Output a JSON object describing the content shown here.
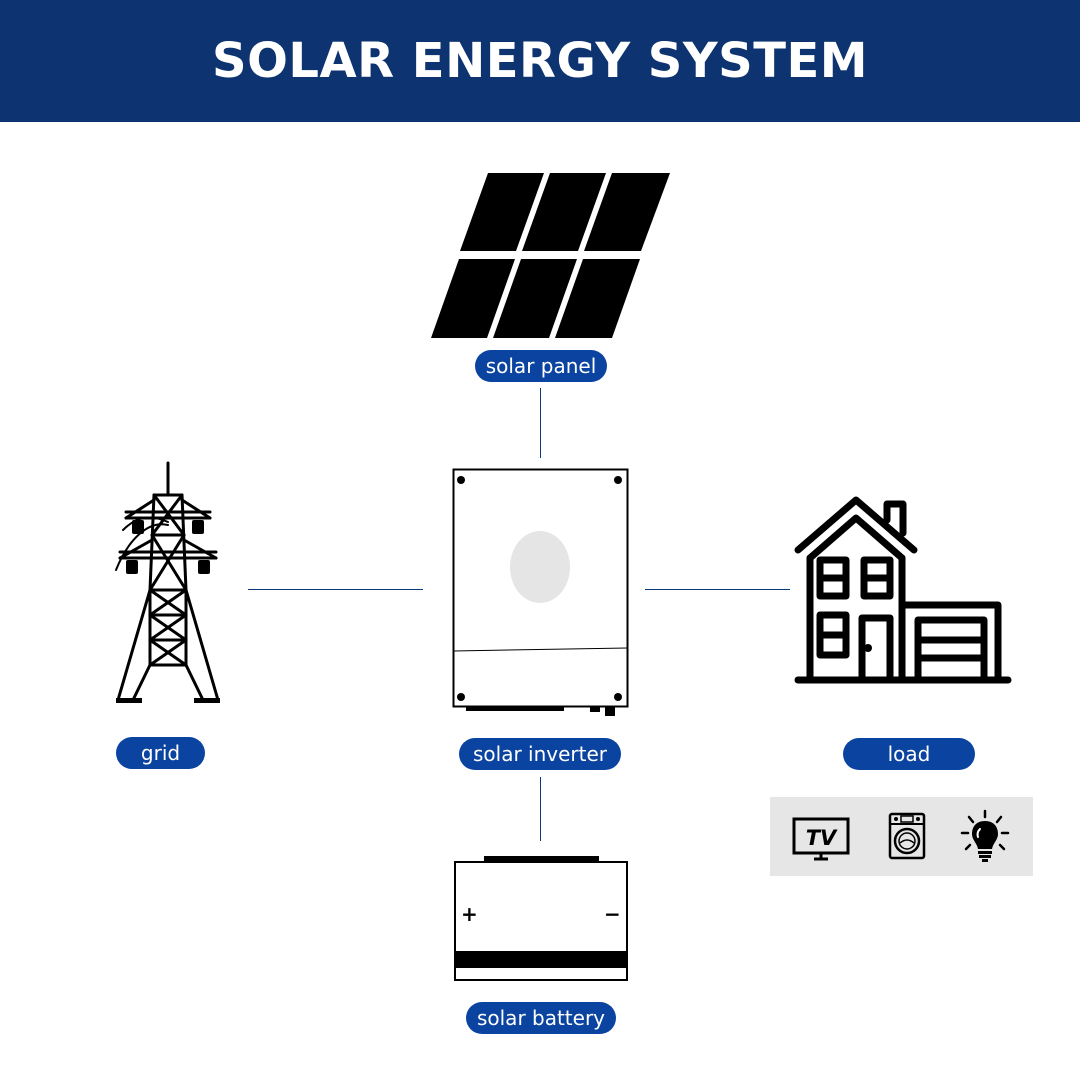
{
  "header": {
    "title": "SOLAR ENERGY SYSTEM"
  },
  "labels": {
    "solar_panel": "solar panel",
    "grid": "grid",
    "solar_inverter": "solar inverter",
    "load": "load",
    "solar_battery": "solar battery"
  },
  "battery": {
    "plus": "+",
    "minus": "−"
  },
  "appliances": {
    "tv_text": "TV"
  },
  "icons": {
    "solar_panel": "solar-panel-icon",
    "grid": "power-tower-icon",
    "inverter": "inverter-icon",
    "house": "house-icon",
    "battery": "battery-icon",
    "tv": "tv-icon",
    "washing_machine": "washing-machine-icon",
    "light_bulb": "light-bulb-icon"
  },
  "colors": {
    "header_bg": "#0d3470",
    "pill_bg": "#0b44a0",
    "connector": "#0b3a7a",
    "appliance_bg": "#e6e6e6",
    "inverter_display": "#e5e5e5",
    "icon": "#000000"
  }
}
